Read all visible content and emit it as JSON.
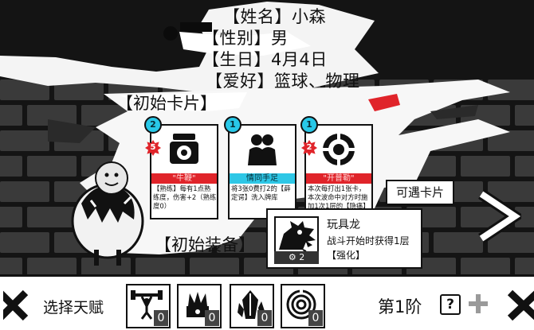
{
  "profile": {
    "name_line": "【姓名】小森",
    "gender_line": "【性别】男",
    "birthday_line": "【生日】4月4日",
    "hobby_line": "【爱好】篮球、物理"
  },
  "starting_cards": {
    "title": "【初始卡片】",
    "cards": [
      {
        "cost": "2",
        "level": "5",
        "name": "\"牛鞭\"",
        "name_color": "red",
        "icon": "kettlebell-icon",
        "description": "【熟练】每有1点熟练度，伤害+2（熟练度0）"
      },
      {
        "cost": "1",
        "level": "",
        "name": "情同手足",
        "name_color": "cyan",
        "icon": "two-people-icon",
        "description": "将3张0费打2的【薛定谔】洗入牌库"
      },
      {
        "cost": "1",
        "level": "2",
        "name": "\"开普勒\"",
        "name_color": "red",
        "icon": "orbit-ring-icon",
        "description": "本次每打出1张卡，本次波命中对方时施加1次1层的【隐痛】"
      }
    ],
    "more_button": "可遇卡片"
  },
  "starting_equipment": {
    "title": "【初始装备】",
    "item": {
      "name": "玩具龙",
      "description_line1": "战斗开始时获得1层",
      "description_line2": "【强化】",
      "level_label": "2",
      "icon": "dragon-head-icon"
    }
  },
  "bottom_bar": {
    "talent_label": "选择天赋",
    "talents": [
      {
        "icon": "weightlifter-icon",
        "count": "0"
      },
      {
        "icon": "money-stack-icon",
        "count": "0"
      },
      {
        "icon": "crystal-shard-icon",
        "count": "0"
      },
      {
        "icon": "spiral-icon",
        "count": "0"
      }
    ],
    "tier_label": "第1阶",
    "help_label": "?"
  },
  "colors": {
    "accent_red": "#e0242a",
    "accent_cyan": "#2ec7e6",
    "ink": "#111111",
    "paper": "#ffffff",
    "brick": "#3a3a3a"
  }
}
